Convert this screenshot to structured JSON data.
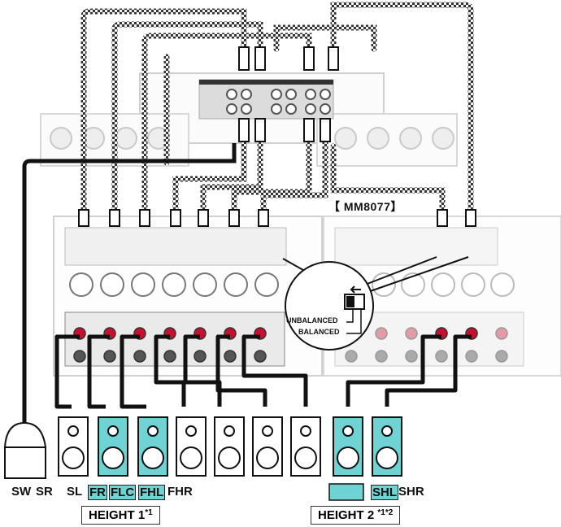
{
  "model_label": "【 MM8077】",
  "switch_labels": {
    "unbalanced": "UNBALANCED",
    "balanced": "BALANCED"
  },
  "speakers": {
    "sw": "SW",
    "sr": "SR",
    "sl": "SL",
    "fr": "FR",
    "flc": "FLC",
    "fhl": "FHL",
    "fhr": "FHR",
    "shl": "SHL",
    "shr": "SHR"
  },
  "groups": {
    "height1": "HEIGHT 1",
    "height1_note": "*1",
    "height2": "HEIGHT 2",
    "height2_note": "*1*2"
  },
  "colors": {
    "highlight": "#6fd3d3",
    "speaker_jack": "#c8102e",
    "cable": "#111111"
  }
}
